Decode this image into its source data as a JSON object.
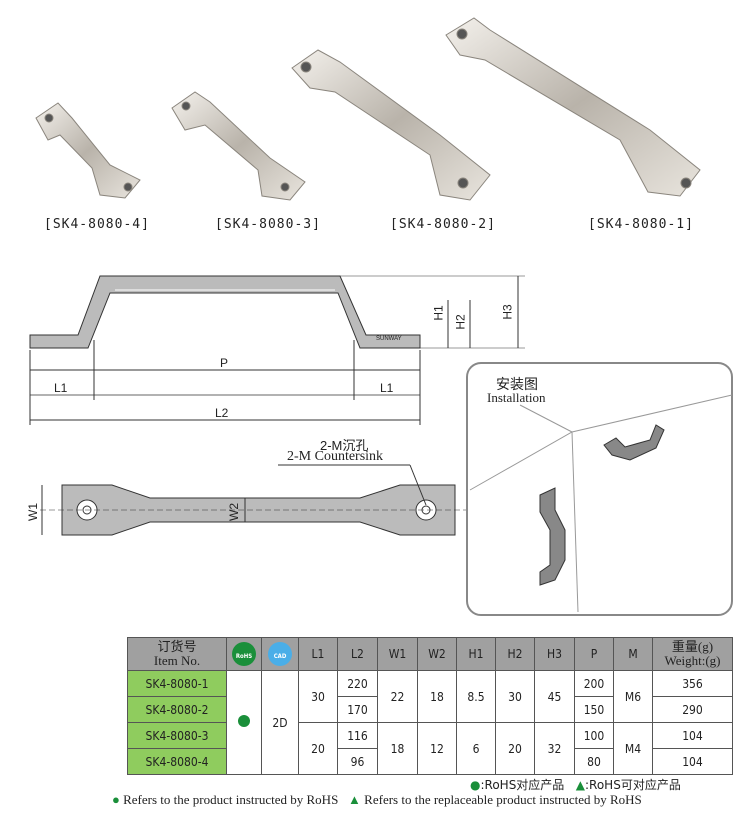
{
  "products": [
    "[SK4-8080-4]",
    "[SK4-8080-3]",
    "[SK4-8080-2]",
    "[SK4-8080-1]"
  ],
  "drawing": {
    "h1": "H1",
    "h2": "H2",
    "h3": "H3",
    "p": "P",
    "l1": "L1",
    "l2": "L2",
    "w1": "W1",
    "w2": "W2",
    "countersink_cn": "2-M沉孔",
    "countersink_en": "2-M Countersink",
    "mark": "SUNWAY"
  },
  "installation": {
    "title_cn": "安装图",
    "title_en": "Installation"
  },
  "table": {
    "headers": {
      "item_cn": "订货号",
      "item_en": "Item No.",
      "rohs": "RoHS",
      "cad": "CAD",
      "cols": [
        "L1",
        "L2",
        "W1",
        "W2",
        "H1",
        "H2",
        "H3",
        "P",
        "M"
      ],
      "weight_cn": "重量(g)",
      "weight_en": "Weight:(g)"
    },
    "rows": [
      {
        "item": "SK4-8080-1",
        "l2": "220",
        "p": "200",
        "weight": "356"
      },
      {
        "item": "SK4-8080-2",
        "l2": "170",
        "p": "150",
        "weight": "290"
      },
      {
        "item": "SK4-8080-3",
        "l2": "116",
        "p": "100",
        "weight": "104"
      },
      {
        "item": "SK4-8080-4",
        "l2": "96",
        "p": "80",
        "weight": "104"
      }
    ],
    "groups": [
      {
        "l1": "30",
        "w1": "22",
        "w2": "18",
        "h1": "8.5",
        "h2": "30",
        "h3": "45",
        "m": "M6"
      },
      {
        "l1": "20",
        "w1": "18",
        "w2": "12",
        "h1": "6",
        "h2": "20",
        "h3": "32",
        "m": "M4"
      }
    ],
    "cad_value": "2D"
  },
  "legend": {
    "cn_rohs": ":RoHS对应产品",
    "cn_replace": ":RoHS可对应产品",
    "en_rohs": "Refers to the product instructed by RoHS",
    "en_replace": "Refers to the replaceable product instructed by RoHS"
  },
  "colors": {
    "green": "#1a8f3a",
    "item_bg": "#8fcc5e",
    "header_bg": "#a0a0a0"
  }
}
